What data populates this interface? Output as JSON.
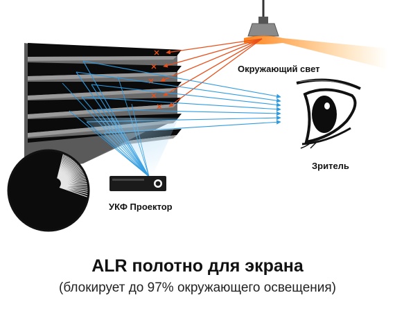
{
  "labels": {
    "ambient_light": "Окружающий свет",
    "viewer": "Зритель",
    "projector": "УКФ Проектор"
  },
  "title": "ALR полотно для экрана",
  "subtitle": "(блокирует до 97% окружающего освещения)",
  "colors": {
    "ambient_ray": "#e8501a",
    "projector_ray": "#2f9be0",
    "screen_panel": "#5a5a5a",
    "slat": "#0b0b0b",
    "lamp_glow": "#f29a1f"
  },
  "icons": {
    "lamp": "ceiling-lamp-icon",
    "eye": "eye-icon",
    "projector": "projector-icon",
    "blocked_marker": "x-mark-icon",
    "zoom": "magnifier-circle-icon"
  }
}
